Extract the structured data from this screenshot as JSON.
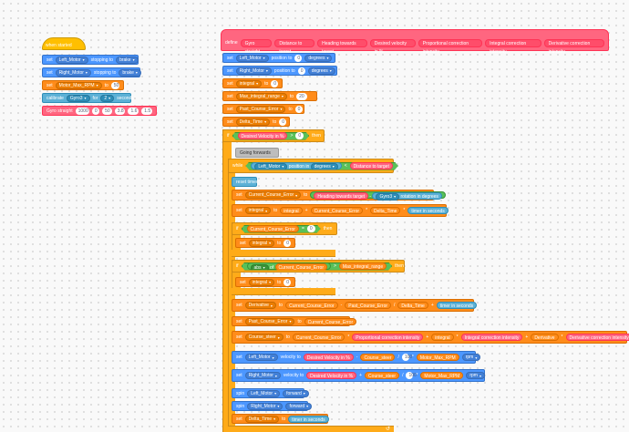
{
  "left": {
    "hat": "when started",
    "s1": {
      "k": "set",
      "a": "Left_Motor",
      "b": "stopping to",
      "c": "brake"
    },
    "s2": {
      "k": "set",
      "a": "Right_Motor",
      "b": "stopping to",
      "c": "brake"
    },
    "s3": {
      "k": "set",
      "a": "Motor_Max_RPM",
      "b": "to",
      "c": "50"
    },
    "s4": {
      "k": "calibrate",
      "a": "Gyro3",
      "b": "for",
      "c": "2",
      "d": "seconds"
    },
    "s5": {
      "k": "Gyro straight",
      "v": [
        "1000",
        "0",
        "50",
        "3.8",
        "1.6",
        "1.5"
      ]
    }
  },
  "define": {
    "k": "define",
    "name": "Gyro straight",
    "params": [
      "Distance to target",
      "Heading towards target",
      "Desired velocity in %",
      "Proportional correction intensity",
      "Integral correction intensity",
      "Derivative correction intensity"
    ]
  },
  "r1": {
    "k": "set",
    "a": "Left_Motor",
    "b": "position to",
    "c": "0",
    "d": "degrees"
  },
  "r2": {
    "k": "set",
    "a": "Right_Motor",
    "b": "position to",
    "c": "0",
    "d": "degrees"
  },
  "r3": {
    "k": "set",
    "a": "integral",
    "b": "to",
    "c": "0"
  },
  "r4": {
    "k": "set",
    "a": "Max_integral_range",
    "b": "to",
    "c": "20"
  },
  "r5": {
    "k": "set",
    "a": "Past_Course_Error",
    "b": "to",
    "c": "0"
  },
  "r6": {
    "k": "set",
    "a": "Delta_Time",
    "b": "to",
    "c": "0"
  },
  "if1": {
    "k": "if",
    "a": "Desired Velocity in %",
    "op": ">",
    "c": "0",
    "then": "then"
  },
  "comment": "Going forwards",
  "while": {
    "k": "while",
    "a": "Left_Motor",
    "b": "position in",
    "c": "degrees",
    "op": "<",
    "d": "Distance to target"
  },
  "reset": "reset timer",
  "w1": {
    "k": "set",
    "a": "Current_Course_Error",
    "b": "to",
    "c": "Heading towards target",
    "op": "-",
    "d": "Gyro3",
    "e": "rotation in degrees"
  },
  "w2": {
    "k": "set",
    "a": "integral",
    "b": "to",
    "c": "integral",
    "op": "+",
    "d": "Current_Course_Error",
    "op2": "*",
    "e": "Delta_Time",
    "op3": "*",
    "f": "timer in seconds"
  },
  "if2": {
    "k": "if",
    "a": "Current_Course_Error",
    "op": "=",
    "c": "0",
    "then": "then"
  },
  "if2s": {
    "k": "set",
    "a": "integral",
    "b": "to",
    "c": "0"
  },
  "if3": {
    "k": "if",
    "a": "abs",
    "b": "of",
    "c": "Current_Course_Error",
    "op": ">",
    "d": "Max_integral_range",
    "then": "then"
  },
  "if3s": {
    "k": "set",
    "a": "integral",
    "b": "to",
    "c": "0"
  },
  "w3": {
    "k": "set",
    "a": "Derivative",
    "b": "to",
    "c": "Current_Course_Error",
    "op": "-",
    "d": "Past_Course_Error",
    "op2": "/",
    "e": "Delta_Time",
    "op3": "+",
    "f": "timer in seconds"
  },
  "w4": {
    "k": "set",
    "a": "Past_Course_Error",
    "b": "to",
    "c": "Current_Course_Error"
  },
  "w5": {
    "k": "set",
    "a": "Course_steer",
    "b": "to",
    "c": "Current_Course_Error",
    "op": "*",
    "d": "Proportional correction intensity",
    "op2": "+",
    "e": "integral",
    "op3": "*",
    "f": "Integral correction intensity",
    "op4": "+",
    "g": "Derivative",
    "op5": "*",
    "h": "Derivative correction intensity"
  },
  "w6": {
    "k": "set",
    "a": "Left_Motor",
    "b": "velocity to",
    "c": "Desired Velocity in %",
    "op": "-",
    "d": "Course_steer",
    "op2": "/",
    "e": "100",
    "op3": "*",
    "f": "Motor_Max_RPM",
    "g": "rpm"
  },
  "w7": {
    "k": "set",
    "a": "Right_Motor",
    "b": "velocity to",
    "c": "Desired Velocity in %",
    "op": "+",
    "d": "Course_steer",
    "op2": "/",
    "e": "100",
    "op3": "*",
    "f": "Motor_Max_RPM",
    "g": "rpm"
  },
  "w8": {
    "k": "spin",
    "a": "Left_Motor",
    "b": "forward"
  },
  "w9": {
    "k": "spin",
    "a": "Right_Motor",
    "b": "forward"
  },
  "w10": {
    "k": "set",
    "a": "Delta_Time",
    "b": "to",
    "c": "timer in seconds"
  },
  "arrow": "↺"
}
